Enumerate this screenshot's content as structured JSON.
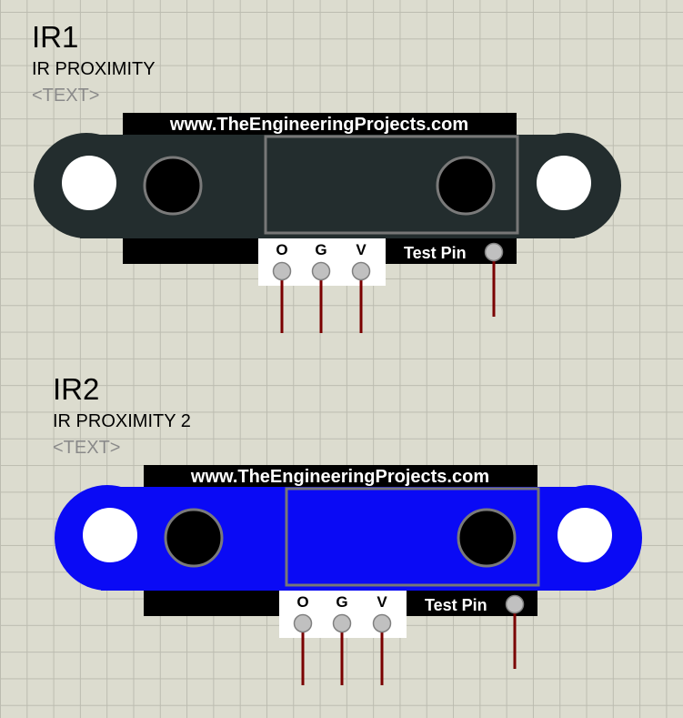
{
  "components": [
    {
      "ref": "IR1",
      "value": "IR PROXIMITY",
      "text": "<TEXT>",
      "url": "www.TheEngineeringProjects.com",
      "pins": [
        "O",
        "G",
        "V"
      ],
      "test_pin": "Test Pin",
      "body_color": "#232d2e"
    },
    {
      "ref": "IR2",
      "value": "IR PROXIMITY 2",
      "text": "<TEXT>",
      "url": "www.TheEngineeringProjects.com",
      "pins": [
        "O",
        "G",
        "V"
      ],
      "test_pin": "Test Pin",
      "body_color": "#0a0af5"
    }
  ],
  "colors": {
    "wire": "#7a0000",
    "pin": "#c0c0c0",
    "grid": "#dcdccf"
  }
}
